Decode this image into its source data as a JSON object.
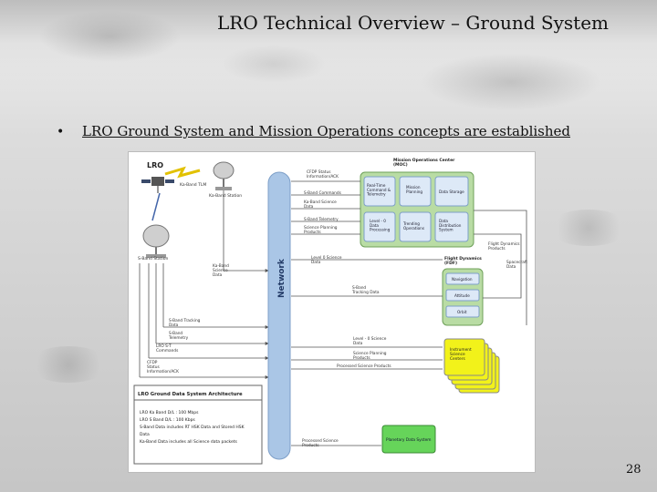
{
  "slide": {
    "title": "LRO Technical Overview – Ground System",
    "bullet": "LRO Ground System and Mission Operations concepts are established",
    "page_number": "28"
  },
  "diagram": {
    "lro_label": "LRO",
    "ka_band_label": "Ka-Band TLM",
    "ka_band_station": "Ka-Band Station",
    "s_band_station": "S-Band Station",
    "s_band_tracking_left": "S-Band Tracking\nData",
    "network_label": "Network",
    "moc_title": "Mission Operations Center\n(MOC)",
    "moc_boxes": [
      "Real-Time\nCommand &\nTelemetry",
      "Mission\nPlanning",
      "Data Storage",
      "Level - 0\nData\nProcessing",
      "Trending\nOperations",
      "Data\nDistribution\nSystem"
    ],
    "fdf_title": "Flight Dynamics\n(FDF)",
    "fdf_boxes": [
      "Navigation",
      "Attitude",
      "Orbit"
    ],
    "mid_flows": [
      "CFDP Status\nInformation/ACK",
      "S-Band Commands",
      "Ka-Band Science\nData",
      "S-Band Telemetry",
      "Science Planning\nProducts",
      "Level 0 Science\nData",
      "S-Band\nTracking Data",
      "Level - 0 Science\nData",
      "Science Planning\nProducts",
      "Processed Science Products",
      "Processed Science\nProducts"
    ],
    "left_flows": [
      "S-Band Tracking\nData",
      "S-Band\nTelemetry",
      "LRO S-T\nCommands",
      "CFDP\nStatus\nInformation/ACK"
    ],
    "ka_science": "Ka-Band\nScience\nData",
    "right_flows": [
      "Flight Dynamics\nProducts",
      "Spacecraft\nData"
    ],
    "soc_label": "Instrument\nScience\nCenters",
    "pds_label": "Planetary Data System",
    "legend": {
      "title": "LRO Ground Data System Architecture",
      "lines": [
        "LRO Ka Band D/L : 100 Mbps",
        "LRO S Band D/L : 100 Kbps",
        "S-Band Data includes RT HSK Data and Stored HSK",
        "Data",
        "Ka-Band Data includes all Science data packets"
      ]
    },
    "colors": {
      "moc_green": "#b9dca4",
      "inner_blue": "#dde9f7",
      "network_blue": "#aac6e6",
      "soc_yellow": "#f2f21a",
      "pds_green": "#66d45a"
    }
  }
}
